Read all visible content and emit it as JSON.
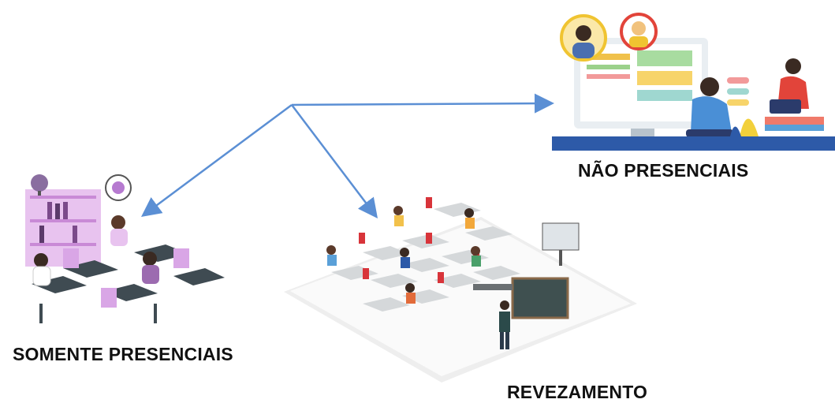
{
  "labels": {
    "nao_presenciais": "NÃO PRESENCIAIS",
    "somente_presenciais": "SOMENTE PRESENCIAIS",
    "revezamento": "REVEZAMENTO"
  },
  "colors": {
    "arrow": "#5b8fd4",
    "online_bar": "#2d5aa8",
    "purple_furniture": "#d9a6e6",
    "chair_red": "#d8343a",
    "floor": "#f1f1f1"
  },
  "icons": [
    "online-class-illustration",
    "classroom-illustration",
    "rotation-classroom-illustration",
    "globe-icon",
    "virus-icon"
  ]
}
